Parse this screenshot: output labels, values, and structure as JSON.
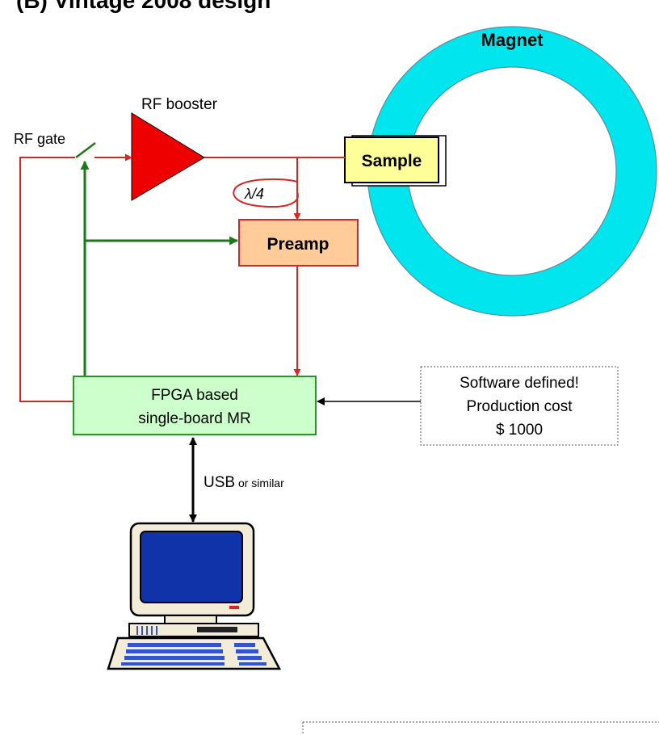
{
  "title": "(B) Vintage 2008 design",
  "labels": {
    "magnet": "Magnet",
    "sample": "Sample",
    "rf_booster": "RF booster",
    "rf_gate": "RF gate",
    "lambda4": "λ/4",
    "preamp": "Preamp",
    "fpga_line1": "FPGA based",
    "fpga_line2": "single-board MR",
    "note_line1": "Software defined!",
    "note_line2": "Production cost",
    "note_line3": "$ 1000",
    "usb_main": "USB",
    "usb_suffix": " or similar"
  },
  "colors": {
    "magnet": "#00e5ee",
    "sample_fill": "#ffff99",
    "booster": "#ee0000",
    "preamp_fill": "#ffcc99",
    "preamp_stroke": "#dd2222",
    "fpga_fill": "#ccffcc",
    "fpga_stroke": "#229922",
    "rf_line": "#dd2222",
    "control_line": "#1a7a1a",
    "monitor_screen": "#1033aa",
    "computer_body": "#f2ecd8"
  },
  "icons": {
    "computer": "desktop-computer-icon"
  }
}
